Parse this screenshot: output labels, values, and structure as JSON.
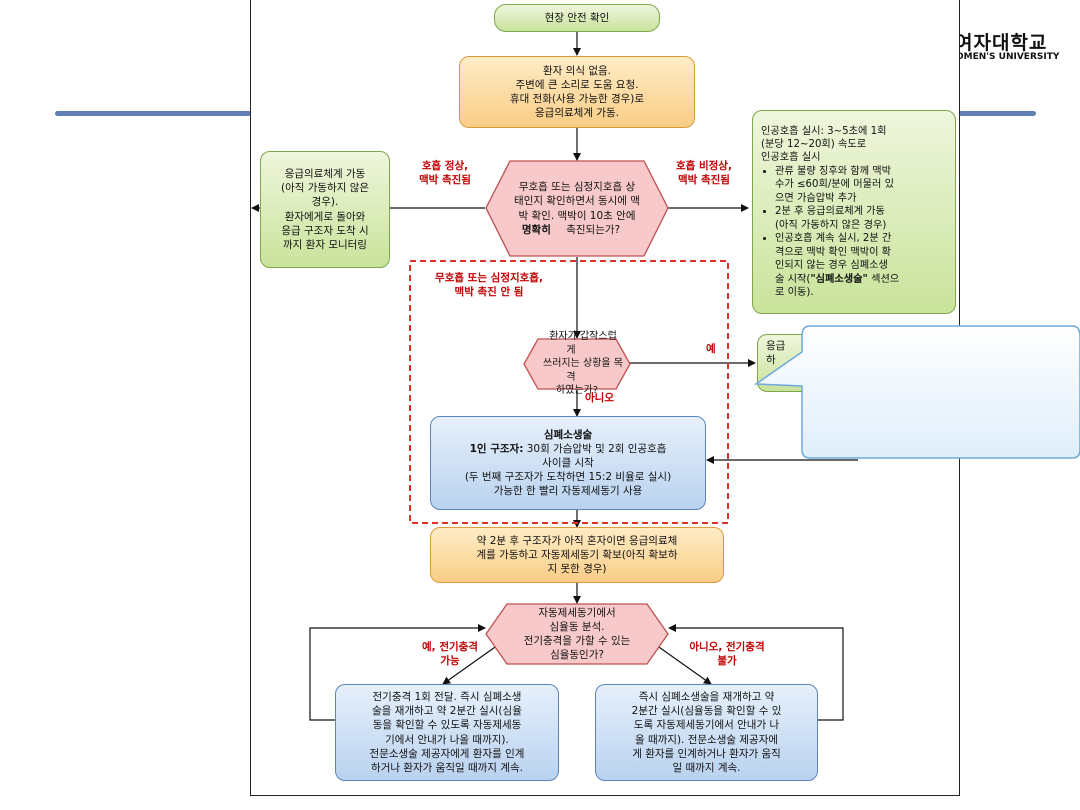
{
  "header": {
    "univ_korean": "여자대학교",
    "univ_english": "OMEN'S UNIVERSITY"
  },
  "flow": {
    "start": "현장 안전 확인",
    "step1": [
      "환자 의식 없음.",
      "주변에 큰 소리로 도움 요청.",
      "휴대 전화(사용 가능한 경우)로",
      "응급의료체계 가동."
    ],
    "decision1": [
      "무호흡 또는 심정지호흡 상",
      "태인지 확인하면서 동시에 맥",
      "박 확인. 맥박이 10초 안에",
      "명확히",
      " 촉진되는가?"
    ],
    "label_normal": [
      "호흡 정상,",
      "맥박 촉진됨"
    ],
    "label_abnormal": [
      "호흡 비정상,",
      "맥박 촉진됨"
    ],
    "left_box": [
      "응급의료체계 가동",
      "(아직 가동하지 않은",
      "경우).",
      "환자에게로 돌아와",
      "응급 구조자 도착 시",
      "까지 환자 모니터링"
    ],
    "right_box_intro": [
      "인공호흡 실시: 3~5초에 1회",
      "(분당 12~20회) 속도로",
      "인공호흡 실시"
    ],
    "right_box_bullets": [
      [
        "관류 불량 징후와 함께 맥박",
        "수가 ≤60회/분에 머물러 있",
        "으면 가슴압박 추가"
      ],
      [
        "2분 후 응급의료체계 가동",
        "(아직 가동하지 않은 경우)"
      ],
      [
        "인공호흡 계속 실시, 2분 간",
        "격으로 맥박 확인 맥박이 확",
        "인되지 않는 경우 심폐소생",
        "술 시작(",
        "\"심폐소생술\"",
        " 섹션으",
        "로 이동)."
      ]
    ],
    "label_no_breath": [
      "무호흡 또는 심정지호흡,",
      "맥박 촉진 안 됨"
    ],
    "decision2": [
      "환자가 갑작스럽게",
      "쓰러지는 상황을 목격",
      "하였는가?"
    ],
    "label_yes": "예",
    "label_no": "아니오",
    "partial_box": [
      "응급",
      "하"
    ],
    "cpr_title": "심폐소생술",
    "cpr_lines": [
      "1인 구조자:",
      " 30회 가슴압박 및 2회 인공호흡",
      "사이클 시작",
      "(두 번째 구조자가 도착하면 15:2 비율로 실시)",
      "가능한 한 빨리 자동제세동기 사용"
    ],
    "step_aed": [
      "약 2분 후 구조자가 아직 혼자이면 응급의료체",
      "계를 가동하고 자동제세동기 확보(아직 확보하",
      "지 못한 경우)"
    ],
    "decision3": [
      "자동제세동기에서",
      "심율동 분석.",
      "전기충격을 가할 수 있는",
      "심율동인가?"
    ],
    "label_shock_yes": [
      "예, 전기충격",
      "가능"
    ],
    "label_shock_no": [
      "아니오, 전기충격",
      "불가"
    ],
    "shock_box": [
      "전기충격 1회 전달. 즉시 심폐소생",
      "술을 재개하고 약 2분간 실시(심율",
      "동을 확인할 수 있도록 자동제세동",
      "기에서 안내가 나올 때까지).",
      "전문소생술 제공자에게 환자를 인계",
      "하거나 환자가 움직일 때까지 계속."
    ],
    "noshock_box": [
      "즉시 심폐소생술을 재개하고 약",
      "2분간 실시(심율동을 확인할 수 있",
      "도록 자동제세동기에서 안내가 나",
      "올 때까지). 전문소생술 제공자에",
      "게 환자를 인계하거나 환자가 움직",
      "일 때까지 계속."
    ]
  }
}
